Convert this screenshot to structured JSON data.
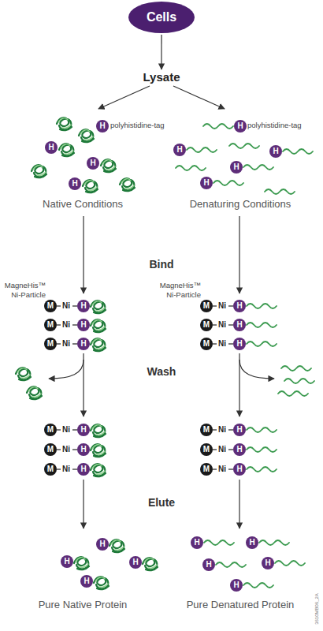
{
  "diagram": {
    "nodes": [
      {
        "text": [
          "Cells"
        ]
      },
      {
        "text": [
          "Lysate"
        ]
      },
      {
        "text": [
          "Native Conditions"
        ]
      },
      {
        "text": [
          "Denaturing Conditions"
        ]
      },
      {
        "text": [
          "Pure Native Protein"
        ]
      },
      {
        "text": [
          "Pure Denatured Protein"
        ]
      }
    ],
    "edges": [
      {
        "from": 0,
        "to": 1,
        "arrow": "to"
      },
      {
        "from": 1,
        "to": 2,
        "arrow": "to"
      },
      {
        "from": 1,
        "to": 3,
        "arrow": "to"
      }
    ],
    "labels": [
      "polyhistidine-tag",
      "H",
      "H",
      "H",
      "H",
      "polyhistidine-tag",
      "H",
      "H",
      "H",
      "H",
      "H",
      "Bind",
      "MagneHis™ Ni-Particle",
      "M",
      "Ni",
      "H",
      "M",
      "Ni",
      "H",
      "M",
      "Ni",
      "H",
      "MagneHis™ Ni-Particle",
      "M",
      "Ni",
      "H",
      "M",
      "Ni",
      "H",
      "M",
      "Ni",
      "H",
      "Wash",
      "M",
      "Ni",
      "H",
      "M",
      "Ni",
      "H",
      "M",
      "Ni",
      "H",
      "M",
      "Ni",
      "H",
      "M",
      "Ni",
      "H",
      "M",
      "Ni",
      "H",
      "Elute",
      "H",
      "H",
      "H",
      "H",
      "H",
      "H",
      "H",
      "H",
      "H",
      "3610MB06_2A"
    ]
  }
}
